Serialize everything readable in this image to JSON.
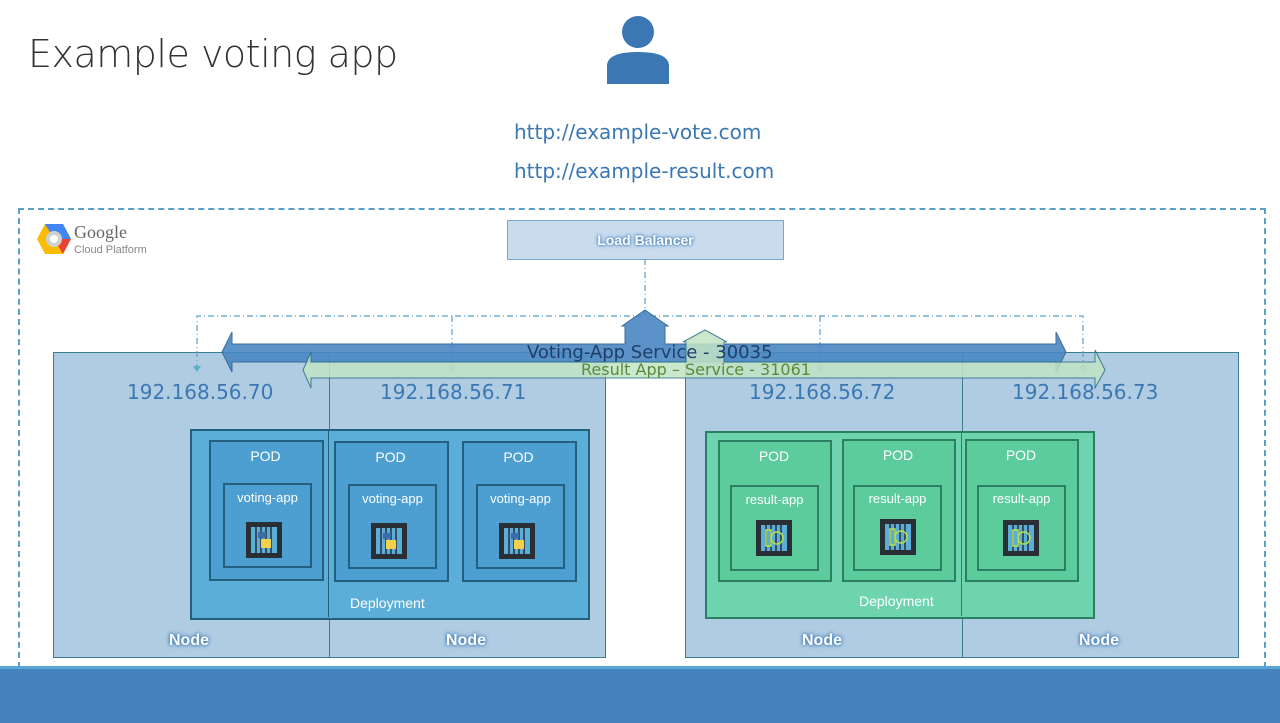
{
  "slide": {
    "title": "Example voting app",
    "urls": [
      "http://example-vote.com",
      "http://example-result.com"
    ],
    "user_icon": "user-icon",
    "platform": {
      "name": "Google",
      "subtitle": "Cloud Platform",
      "logo_icon": "google-cloud-hexagon-icon"
    },
    "load_balancer": "Load Balancer",
    "services": [
      {
        "label": "Voting-App Service - 30035",
        "color": "#3b78b3"
      },
      {
        "label": "Result App – Service - 31061",
        "color": "#b8dcb8"
      }
    ],
    "nodes": [
      {
        "ip": "192.168.56.70",
        "label": "Node"
      },
      {
        "ip": "192.168.56.71",
        "label": "Node"
      },
      {
        "ip": "192.168.56.72",
        "label": "Node"
      },
      {
        "ip": "192.168.56.73",
        "label": "Node"
      }
    ],
    "deployments": [
      {
        "label": "Deployment",
        "pods": [
          {
            "label": "POD",
            "container": "voting-app",
            "image_icon": "python-container-icon"
          },
          {
            "label": "POD",
            "container": "voting-app",
            "image_icon": "python-container-icon"
          },
          {
            "label": "POD",
            "container": "voting-app",
            "image_icon": "python-container-icon"
          }
        ]
      },
      {
        "label": "Deployment",
        "pods": [
          {
            "label": "POD",
            "container": "result-app",
            "image_icon": "nodejs-container-icon"
          },
          {
            "label": "POD",
            "container": "result-app",
            "image_icon": "nodejs-container-icon"
          },
          {
            "label": "POD",
            "container": "result-app",
            "image_icon": "nodejs-container-icon"
          }
        ]
      }
    ],
    "colors": {
      "accent": "#3b78b3",
      "node_fill": "#b0cce3",
      "voting_deploy": "#5aaed8",
      "result_deploy": "#6ed4b0",
      "footer": "#4682be"
    }
  }
}
